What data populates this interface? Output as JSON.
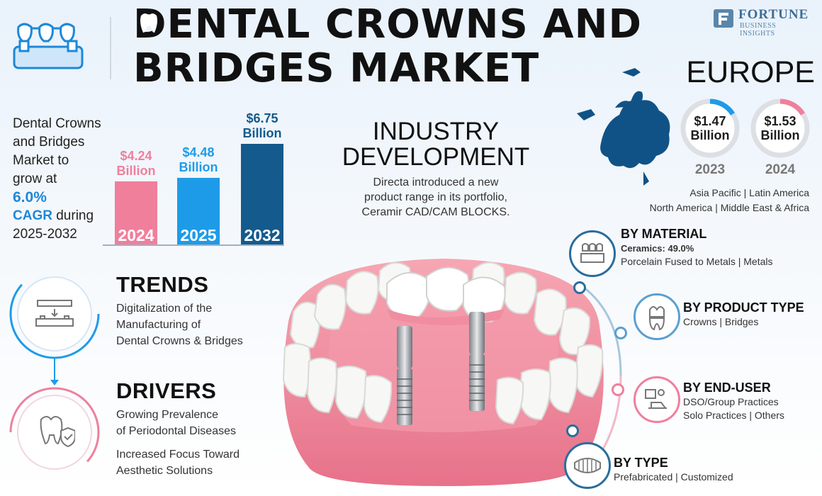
{
  "header": {
    "title_line1": "DENTAL CROWNS AND",
    "title_line2": "BRIDGES MARKET",
    "logo_main": "FORTUNE",
    "logo_sub": "BUSINESS INSIGHTS",
    "icons": [
      "bridge-icon",
      "tooth-icon",
      "logo-icon"
    ]
  },
  "intro": {
    "line1": "Dental Crowns",
    "line2": "and Bridges",
    "line3": "Market to",
    "line4": "grow at",
    "cagr_value": "6.0%",
    "cagr_label": "CAGR",
    "during": " during",
    "period": "2025-2032"
  },
  "chart_data": {
    "type": "bar",
    "categories": [
      "2024",
      "2025",
      "2032"
    ],
    "values": [
      4.24,
      4.48,
      6.75
    ],
    "value_labels": [
      "$4.24 Billion",
      "$4.48 Billion",
      "$6.75 Billion"
    ],
    "value_labels_line1": [
      "$4.24",
      "$4.48",
      "$6.75"
    ],
    "value_labels_line2": [
      "Billion",
      "Billion",
      "Billion"
    ],
    "colors": [
      "#f07f9c",
      "#1e9be8",
      "#145a8c"
    ]
  },
  "industry": {
    "title_line1": "INDUSTRY",
    "title_line2": "DEVELOPMENT",
    "text_line1": "Directa introduced a new",
    "text_line2": "product range in its portfolio,",
    "text_line3": "Ceramir CAD/CAM BLOCKS."
  },
  "europe": {
    "title": "EUROPE",
    "values": [
      {
        "amount": "$1.47",
        "unit": "Billion",
        "year": "2023",
        "accent": "#1e9be8"
      },
      {
        "amount": "$1.53",
        "unit": "Billion",
        "year": "2024",
        "accent": "#f07f9c"
      }
    ],
    "regions_line1": "Asia Pacific  |  Latin America",
    "regions_line2": "North America  |  Middle East & Africa",
    "map_icon": "europe-map-icon"
  },
  "trends": {
    "title": "TRENDS",
    "line1": "Digitalization of the",
    "line2": "Manufacturing of",
    "line3": "Dental Crowns & Bridges",
    "icon": "dental-scan-icon"
  },
  "drivers": {
    "title": "DRIVERS",
    "item1_line1": "Growing Prevalence",
    "item1_line2": "of Periodontal Diseases",
    "item2_line1": "Increased Focus Toward",
    "item2_line2": "Aesthetic Solutions",
    "icon": "tooth-shield-icon"
  },
  "segments": {
    "material": {
      "title": "BY MATERIAL",
      "highlight": "Ceramics: 49.0%",
      "text": "Porcelain Fused to Metals  |  Metals",
      "icon": "bridge-material-icon"
    },
    "product": {
      "title": "BY PRODUCT TYPE",
      "text": "Crowns  |  Bridges",
      "icon": "crown-icon"
    },
    "enduser": {
      "title": "BY END-USER",
      "line1": "DSO/Group Practices",
      "line2": "Solo Practices  |  Others",
      "icon": "dentist-chair-icon"
    },
    "type": {
      "title": "BY TYPE",
      "text": "Prefabricated  |  Customized",
      "icon": "teeth-set-icon"
    }
  }
}
